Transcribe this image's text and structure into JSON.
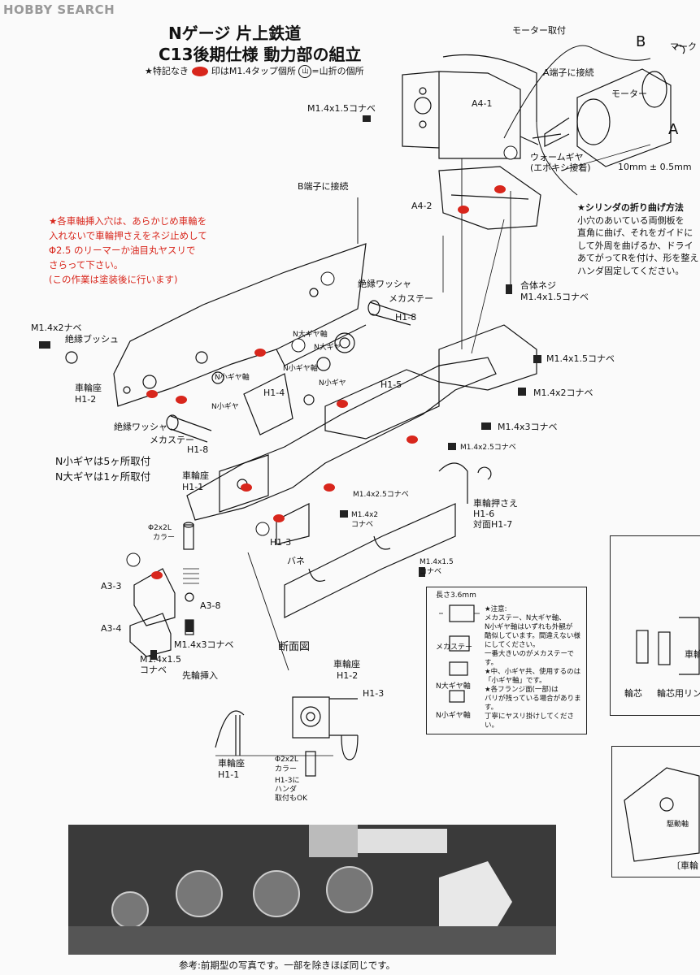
{
  "watermark": "HOBBY SEARCH",
  "title_line1": "Nゲージ 片上鉄道",
  "title_line2": "C13後期仕様 動力部の組立",
  "legend": {
    "prefix": "★特記なき",
    "middle": "印はM1.4タップ個所",
    "yama_symbol": "山",
    "suffix": "=山折の個所"
  },
  "red_note": {
    "line1": "★各車軸挿入穴は、あらかじめ車輪を",
    "line2": "入れないで車輪押さえをネジ止めして",
    "line3": "Φ2.5 のリーマーか油目丸ヤスリで",
    "line4": "さらって下さい。",
    "line5": "(この作業は塗装後に行います)"
  },
  "cylinder_note": {
    "title": "★シリンダの折り曲げ方法",
    "line1": "小穴のあいている両側板を",
    "line2": "直角に曲げ、それをガイドに",
    "line3": "して外周を曲げるか、ドライ",
    "line4": "あてがってRを付け、形を整え",
    "line5": "ハンダ固定してください。"
  },
  "gear_count_note": {
    "line1": "N小ギヤは5ヶ所取付",
    "line2": "N大ギヤは1ヶ所取付"
  },
  "labels": {
    "motor_mount": "モーター取付",
    "b_letter": "B",
    "a_letter": "A",
    "mark": "マーク",
    "a_terminal": "A端子に接続",
    "motor": "モーター",
    "worm": "ウォームギヤ",
    "worm2": "(エポキシ接着)",
    "dim": "10mm ± 0.5mm",
    "a41": "A4-1",
    "a42": "A4-2",
    "screw1": "M1.4x1.5コナベ",
    "b_terminal": "B端子に接続",
    "gattai1": "合体ネジ",
    "gattai2": "M1.4x1.5コナベ",
    "zetsuen_w1": "絶縁ワッシャ",
    "mekastay1": "メカステー",
    "h18a": "H1-8",
    "m14x2nabe": "M1.4x2ナベ",
    "zetsuen_b": "絶縁ブッシュ",
    "sharinza1": "車輪座",
    "h12": "H1-2",
    "n_dai_axle": "N大ギヤ軸",
    "n_dai": "N大ギヤ",
    "n_sho_axle1": "N小ギヤ軸",
    "n_sho_axle2": "N小ギヤ軸",
    "n_sho1": "N小ギヤ",
    "n_sho2": "N小ギヤ",
    "h14": "H1-4",
    "h15": "H1-5",
    "s_m14x15": "M1.4x1.5コナベ",
    "s_m14x2": "M1.4x2コナベ",
    "s_m14x3": "M1.4x3コナベ",
    "s_m14x25": "M1.4x2.5コナベ",
    "zetsuen_w2": "絶縁ワッシャ",
    "mekastay2": "メカステー",
    "h18b": "H1-8",
    "sharinza2": "車輪座",
    "h11": "H1-1",
    "s_m14x25b": "M1.4x2.5コナベ",
    "osae1": "車輪押さえ",
    "osae2": "H1-6",
    "osae3": "対面H1-7",
    "collar1": "Φ2x2L",
    "collar2": "カラー",
    "m14x2": "M1.4x2",
    "konabe": "コナベ",
    "h13": "H1-3",
    "bane": "バネ",
    "m14x15": "M1.4x1.5",
    "konabe2": "コナベ",
    "a33": "A3-3",
    "a38": "A3-8",
    "a34": "A3-4",
    "m14x3b": "M1.4x3コナベ",
    "m14x15c": "M1.4x1.5",
    "konabe3": "コナベ",
    "senrin": "先輪挿入",
    "danmen": "断面図",
    "sec_sharinza": "車輪座",
    "sec_h12": "H1-2",
    "sec_h13": "H1-3",
    "sec_sharinza2": "車輪座",
    "sec_h11": "H1-1",
    "sec_collar1": "Φ2x2L",
    "sec_collar2": "カラー",
    "sec_solder1": "H1-3に",
    "sec_solder2": "ハンダ",
    "sec_solder3": "取付もOK",
    "nagasa": "長さ3.6mm",
    "box_mekastay": "メカステー",
    "box_ndai": "N大ギヤ軸",
    "box_nsho": "N小ギヤ軸",
    "wajiku": "輪芯",
    "wajiku_ring": "輪芯用リン",
    "sha": "車輪",
    "kudojiku": "駆動軸",
    "kuruma": "〔車輪"
  },
  "box_notes": {
    "n1": "★注意:",
    "n2": "メカステー、N大ギヤ軸、",
    "n3": "N小ギヤ軸はいずれも外観が",
    "n4": "酷似しています。間違えない様",
    "n5": "にしてください。",
    "n6": "一番大きいのがメカステーです。",
    "n7": "★中、小ギヤ共、使用するのは",
    "n8": "「小ギヤ軸」です。",
    "n9": "★各フランジ面(一部)は",
    "n10": "バリが残っている場合があります。",
    "n11": "丁寧にヤスリ掛けしてください。"
  },
  "caption": "参考:前期型の写真です。一部を除きほぼ同じです。"
}
